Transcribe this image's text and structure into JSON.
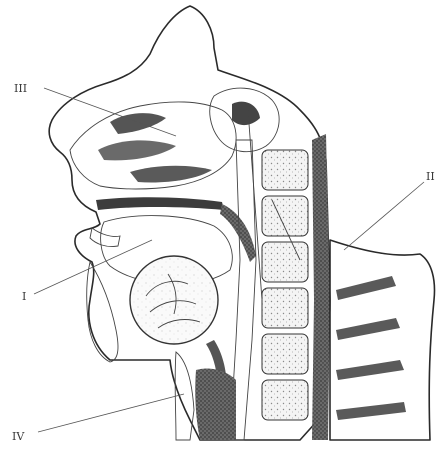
{
  "labels": {
    "III": "III",
    "II": "II",
    "I": "I",
    "IV": "IV"
  },
  "colors": {
    "ink": "#2a2a2a",
    "dark_tissue": "#4a4a4a",
    "stipple": "#9a9a9a",
    "background": "#ffffff"
  }
}
